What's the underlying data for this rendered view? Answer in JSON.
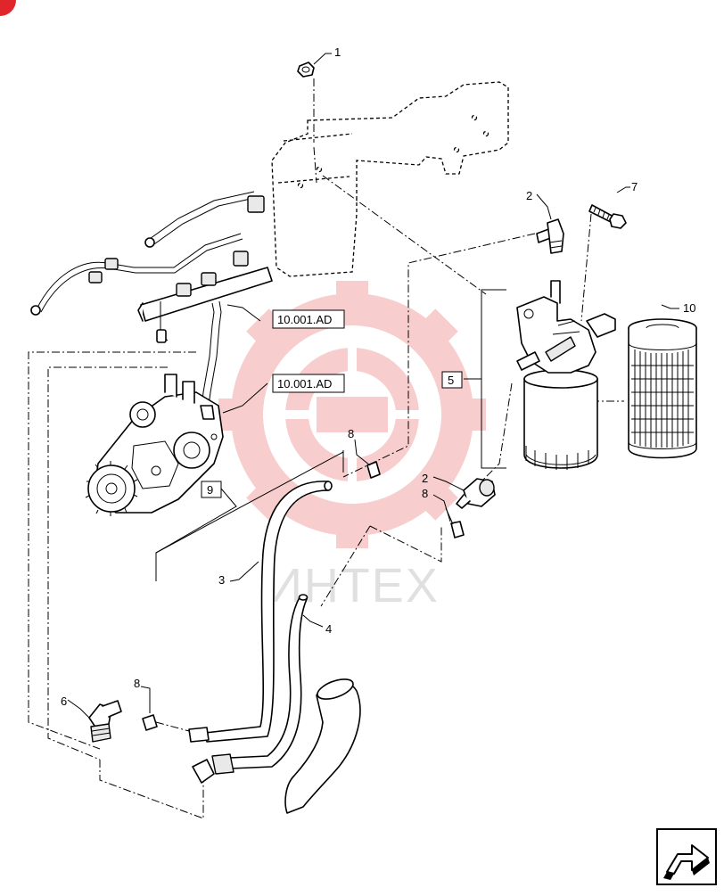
{
  "callouts": {
    "c1": "1",
    "c2a": "2",
    "c2b": "2",
    "c3": "3",
    "c4": "4",
    "c6": "6",
    "c7": "7",
    "c8a": "8",
    "c8b": "8",
    "c8c": "8",
    "c10": "10"
  },
  "boxed_callouts": {
    "b5": "5",
    "b9": "9"
  },
  "references": {
    "r1": "10.001.AD",
    "r2": "10.001.AD"
  },
  "watermark": {
    "text": "ИНТЕХ"
  },
  "colors": {
    "watermark": "#f2a6a6",
    "corner_mark": "#e0252b"
  },
  "icons": {
    "navigation": "next-page-arrow-icon",
    "corner": "corner-tab-icon"
  }
}
